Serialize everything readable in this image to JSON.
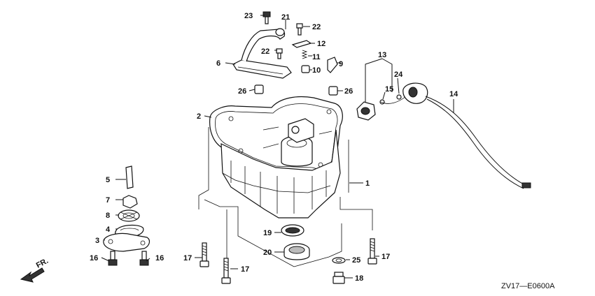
{
  "diagram_code": "ZV17—E0600A",
  "front_indicator": "FR.",
  "colors": {
    "line": "#111111",
    "background": "#ffffff",
    "shade": "#333333"
  },
  "labels": {
    "p1": "1",
    "p2": "2",
    "p3": "3",
    "p4": "4",
    "p5": "5",
    "p6": "6",
    "p7": "7",
    "p8": "8",
    "p9": "9",
    "p10": "10",
    "p11": "11",
    "p12": "12",
    "p13": "13",
    "p14": "14",
    "p15": "15",
    "p16a": "16",
    "p16b": "16",
    "p17a": "17",
    "p17b": "17",
    "p17c": "17",
    "p18": "18",
    "p19": "19",
    "p20": "20",
    "p21": "21",
    "p22a": "22",
    "p22b": "22",
    "p23": "23",
    "p24": "24",
    "p25": "25",
    "p26a": "26",
    "p26b": "26"
  }
}
